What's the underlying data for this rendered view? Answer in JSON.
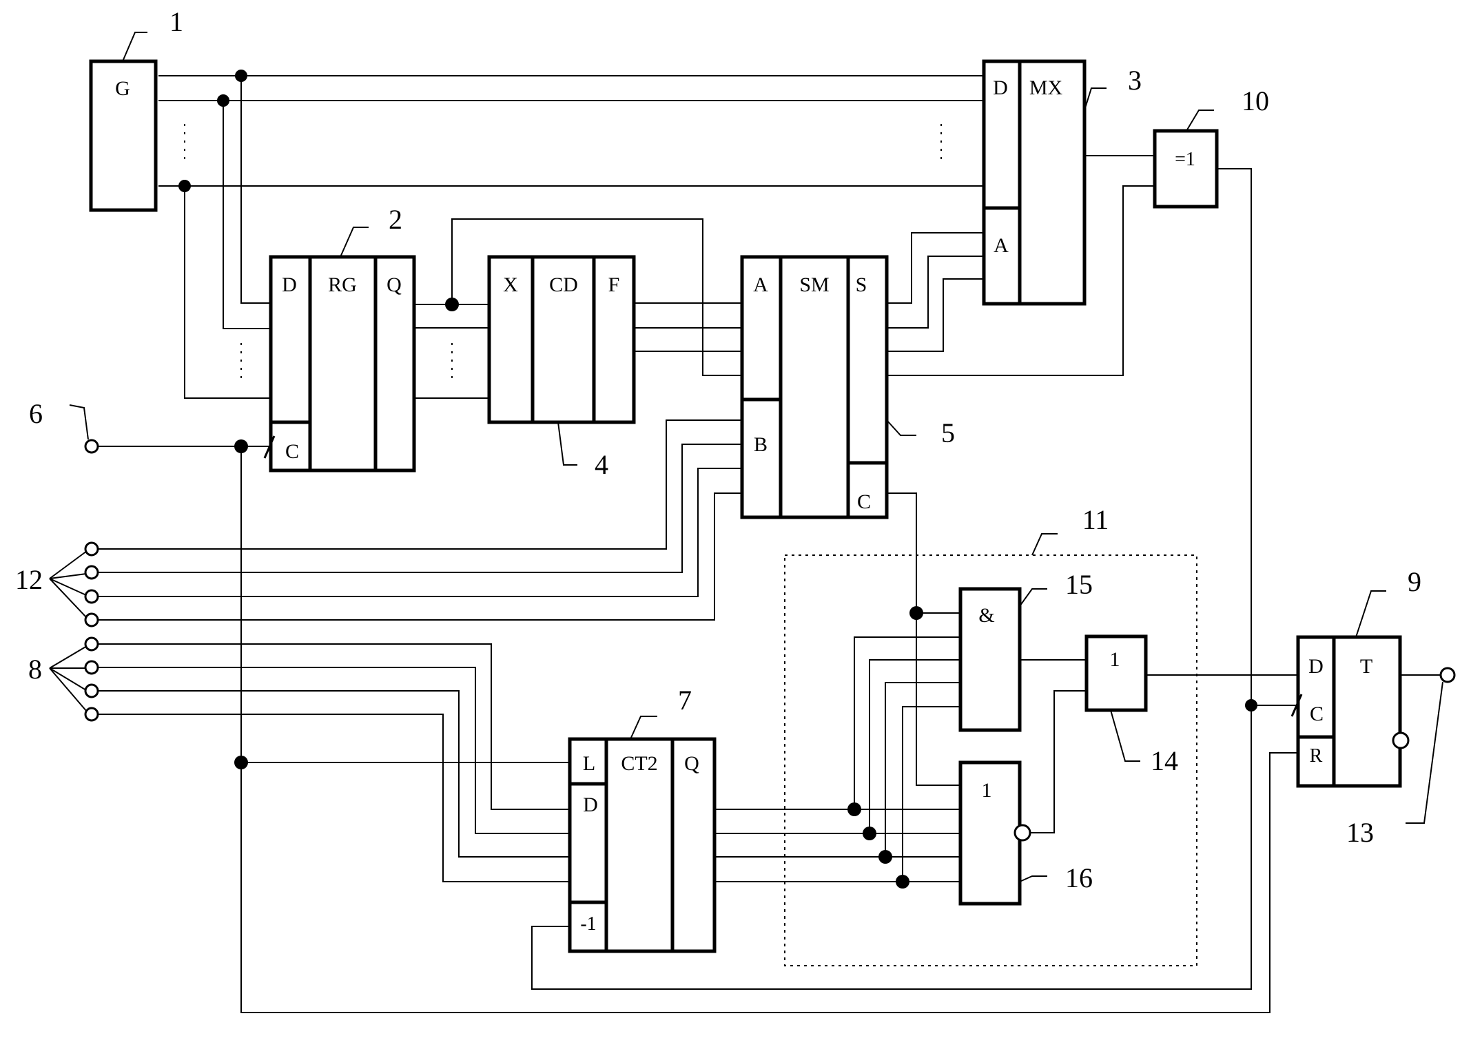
{
  "colors": {
    "ink": "#000000",
    "paper": "#ffffff"
  },
  "blocks": {
    "generator": {
      "label": "G",
      "ref": "1"
    },
    "register": {
      "pins": [
        "D",
        "RG",
        "Q",
        "C"
      ],
      "ref": "2"
    },
    "multiplexer": {
      "pins": [
        "D",
        "MX",
        "A"
      ],
      "ref": "3"
    },
    "decoder": {
      "pins": [
        "X",
        "CD",
        "F"
      ],
      "ref": "4"
    },
    "adder": {
      "pins": [
        "A",
        "SM",
        "S",
        "B",
        "C"
      ],
      "ref": "5"
    },
    "counter": {
      "pins": [
        "L",
        "CT2",
        "Q",
        "D",
        "-1"
      ],
      "ref": "7"
    },
    "trigger": {
      "pins": [
        "D",
        "T",
        "C",
        "R"
      ],
      "ref": "9"
    },
    "xor_gate": {
      "label": "=1",
      "ref": "10"
    },
    "comparator_unit": {
      "ref": "11"
    },
    "or_gate": {
      "label": "1",
      "ref": "14"
    },
    "and_gate": {
      "label": "&",
      "ref": "15"
    },
    "nor_gate": {
      "label": "1",
      "ref": "16"
    }
  },
  "terminals": {
    "clock_input": {
      "ref": "6"
    },
    "counter_inputs": {
      "ref": "8"
    },
    "adder_inputs": {
      "ref": "12"
    },
    "output": {
      "ref": "13"
    }
  }
}
